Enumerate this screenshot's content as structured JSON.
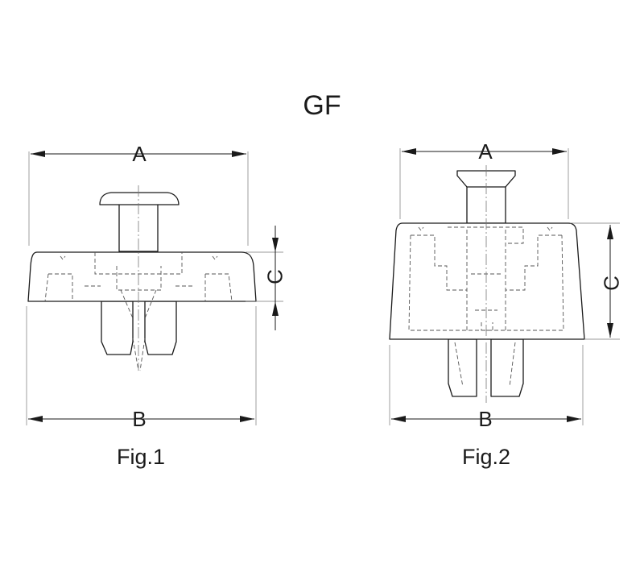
{
  "title": "GF",
  "figures": [
    {
      "caption": "Fig.1",
      "dim_a": "A",
      "dim_b": "B",
      "dim_c": "C"
    },
    {
      "caption": "Fig.2",
      "dim_a": "A",
      "dim_b": "B",
      "dim_c": "C"
    }
  ]
}
